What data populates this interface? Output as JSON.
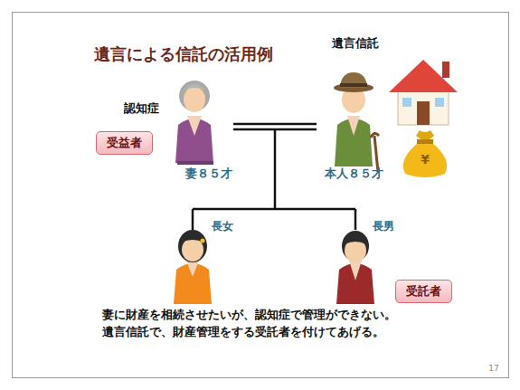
{
  "diagram": {
    "title": "遺言による信託の活用例",
    "nodes": [
      {
        "text": [
          "受益者"
        ]
      },
      {
        "text": [
          "受託者"
        ]
      }
    ],
    "labels": [
      "遺言信託",
      "認知症",
      "妻８５才",
      "本人８５才",
      "¥",
      "長女",
      "長男",
      "妻に財産を相続させたいが、認知症で管理ができない。",
      "遺言信託で、財産管理をする受託者を付けてあげる。",
      "17"
    ]
  }
}
